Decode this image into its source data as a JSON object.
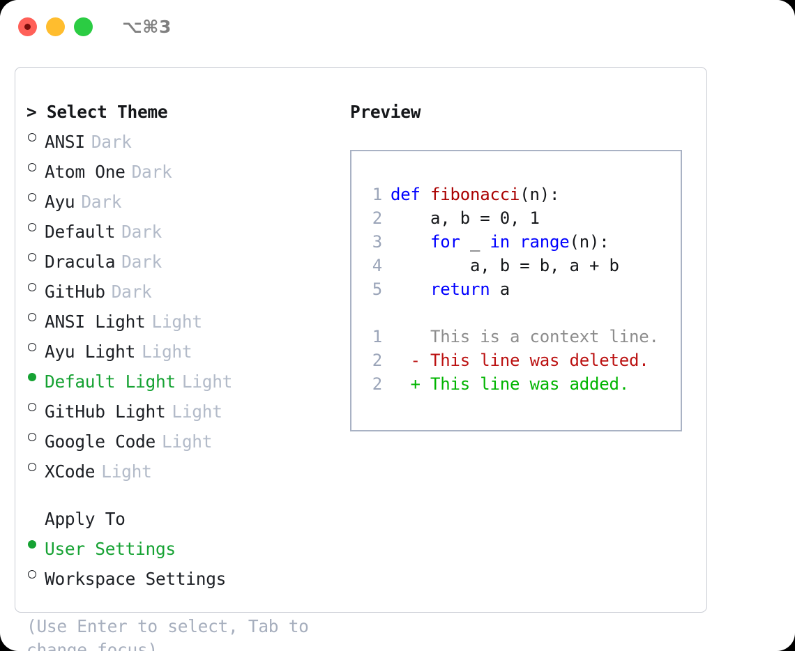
{
  "window": {
    "title": "⌥⌘3",
    "traffic_lights": [
      "close",
      "minimize",
      "maximize"
    ]
  },
  "left": {
    "heading": "> Select Theme",
    "themes": [
      {
        "name": "ANSI",
        "tag": "Dark",
        "selected": false
      },
      {
        "name": "Atom One",
        "tag": "Dark",
        "selected": false
      },
      {
        "name": "Ayu",
        "tag": "Dark",
        "selected": false
      },
      {
        "name": "Default",
        "tag": "Dark",
        "selected": false
      },
      {
        "name": "Dracula",
        "tag": "Dark",
        "selected": false
      },
      {
        "name": "GitHub",
        "tag": "Dark",
        "selected": false
      },
      {
        "name": "ANSI Light",
        "tag": "Light",
        "selected": false
      },
      {
        "name": "Ayu Light",
        "tag": "Light",
        "selected": false
      },
      {
        "name": "Default Light",
        "tag": "Light",
        "selected": true
      },
      {
        "name": "GitHub Light",
        "tag": "Light",
        "selected": false
      },
      {
        "name": "Google Code",
        "tag": "Light",
        "selected": false
      },
      {
        "name": "XCode",
        "tag": "Light",
        "selected": false
      }
    ],
    "apply_to_heading": "Apply To",
    "apply_options": [
      {
        "name": "User Settings",
        "selected": true
      },
      {
        "name": "Workspace Settings",
        "selected": false
      }
    ],
    "hint": "(Use Enter to select, Tab to change focus)"
  },
  "right": {
    "heading": "Preview",
    "code_lines": [
      {
        "lno": "1",
        "tokens": [
          {
            "t": "def",
            "c": "kw"
          },
          {
            "t": " ",
            "c": "plain"
          },
          {
            "t": "fibonacci",
            "c": "fn"
          },
          {
            "t": "(n):",
            "c": "plain"
          }
        ]
      },
      {
        "lno": "2",
        "tokens": [
          {
            "t": "    a, b = 0, 1",
            "c": "plain"
          }
        ]
      },
      {
        "lno": "3",
        "tokens": [
          {
            "t": "    ",
            "c": "plain"
          },
          {
            "t": "for",
            "c": "kw"
          },
          {
            "t": " _ ",
            "c": "plain"
          },
          {
            "t": "in",
            "c": "kw"
          },
          {
            "t": " ",
            "c": "plain"
          },
          {
            "t": "range",
            "c": "kw"
          },
          {
            "t": "(n):",
            "c": "plain"
          }
        ]
      },
      {
        "lno": "4",
        "tokens": [
          {
            "t": "        a, b = b, a + b",
            "c": "plain"
          }
        ]
      },
      {
        "lno": "5",
        "tokens": [
          {
            "t": "    ",
            "c": "plain"
          },
          {
            "t": "return",
            "c": "kw"
          },
          {
            "t": " a",
            "c": "plain"
          }
        ]
      }
    ],
    "diff_lines": [
      {
        "lno": "1",
        "marker": " ",
        "text": "This is a context line.",
        "kind": "ctx"
      },
      {
        "lno": "2",
        "marker": "-",
        "text": "This line was deleted.",
        "kind": "del"
      },
      {
        "lno": "2",
        "marker": "+",
        "text": "This line was added.",
        "kind": "add"
      }
    ]
  },
  "colors": {
    "selected_green": "#16a233",
    "tag_gray": "#b3bbc9",
    "hint_gray": "#a7afbe",
    "keyword_blue": "#0000ff",
    "function_red": "#aa0000",
    "line_number": "#9aa4b8",
    "diff_context": "#8d8d8d",
    "diff_deleted": "#bb1111",
    "diff_added": "#00b400",
    "panel_border": "#c9ccd4",
    "preview_border": "#a9b2c4",
    "title_gray": "#808080"
  }
}
